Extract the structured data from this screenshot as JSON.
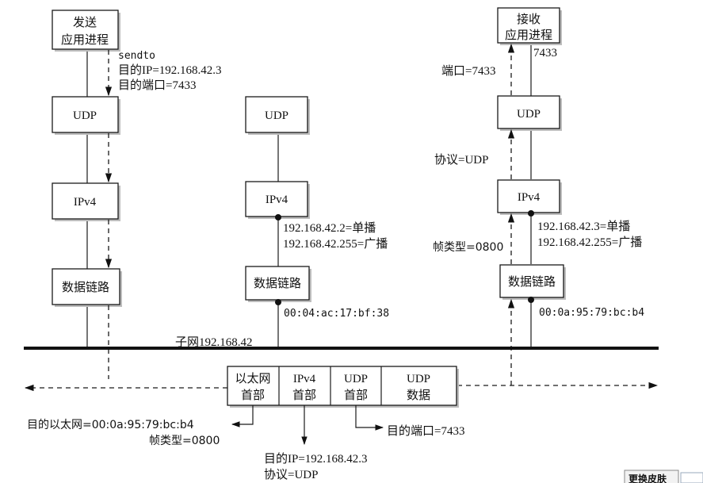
{
  "sender": {
    "app_line1": "发送",
    "app_line2": "应用进程",
    "sendto": "sendto",
    "dest_ip": "目的IP=192.168.42.3",
    "dest_port": "目的端口=7433",
    "udp": "UDP",
    "ipv4": "IPv4",
    "datalink": "数据链路"
  },
  "middle": {
    "udp": "UDP",
    "ipv4": "IPv4",
    "addr_unicast": "192.168.42.2=单播",
    "addr_broadcast": "192.168.42.255=广播",
    "datalink": "数据链路",
    "mac": "00:04:ac:17:bf:38"
  },
  "receiver": {
    "app_line1": "接收",
    "app_line2": "应用进程",
    "port": "7433",
    "port_label": "端口=7433",
    "udp": "UDP",
    "proto_label": "协议=UDP",
    "ipv4": "IPv4",
    "addr_unicast": "192.168.42.3=单播",
    "addr_broadcast": "192.168.42.255=广播",
    "frame_type": "帧类型=0800",
    "datalink": "数据链路",
    "mac": "00:0a:95:79:bc:b4"
  },
  "subnet": "子网192.168.42",
  "frame": {
    "cells": [
      {
        "line1": "以太网",
        "line2": "首部"
      },
      {
        "line1": "IPv4",
        "line2": "首部"
      },
      {
        "line1": "UDP",
        "line2": "首部"
      },
      {
        "line1": "UDP",
        "line2": "数据"
      }
    ],
    "dest_ethernet": "目的以太网=00:0a:95:79:bc:b4",
    "frame_type": "帧类型=0800",
    "dest_ip": "目的IP=192.168.42.3",
    "protocol": "协议=UDP",
    "dest_port": "目的端口=7433"
  },
  "skin_button": "更换皮肤"
}
